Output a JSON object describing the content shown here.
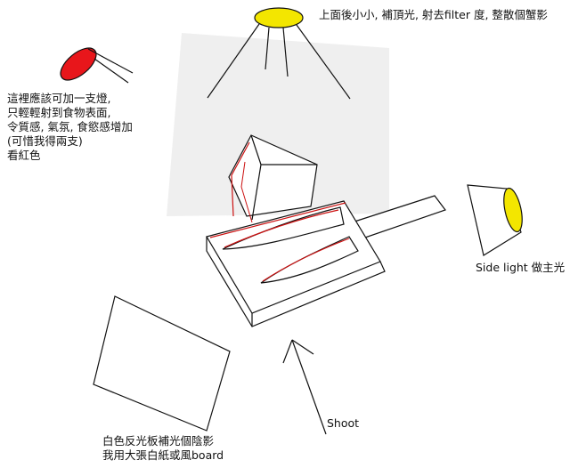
{
  "annotations": {
    "top_light": "上面後小小, 補頂光, 射去filter 度, 整散個蟹影",
    "red_light": [
      "這裡應該可加一支燈,",
      "只輕輕射到食物表面,",
      "令質感, 氣氛, 食慾感增加",
      "(可惜我得兩支)",
      "看紅色"
    ],
    "side_light": "Side light 做主光",
    "shoot": "Shoot",
    "reflector": [
      "白色反光板補光個陰影",
      "我用大張白紙或風board"
    ]
  },
  "colors": {
    "top_light_fill": "#f3e600",
    "red_light_fill": "#e8161b",
    "side_light_fill": "#f3e600",
    "diffuser_fill": "#efefef",
    "stroke": "#111111",
    "highlight_stroke": "#cc1111"
  }
}
